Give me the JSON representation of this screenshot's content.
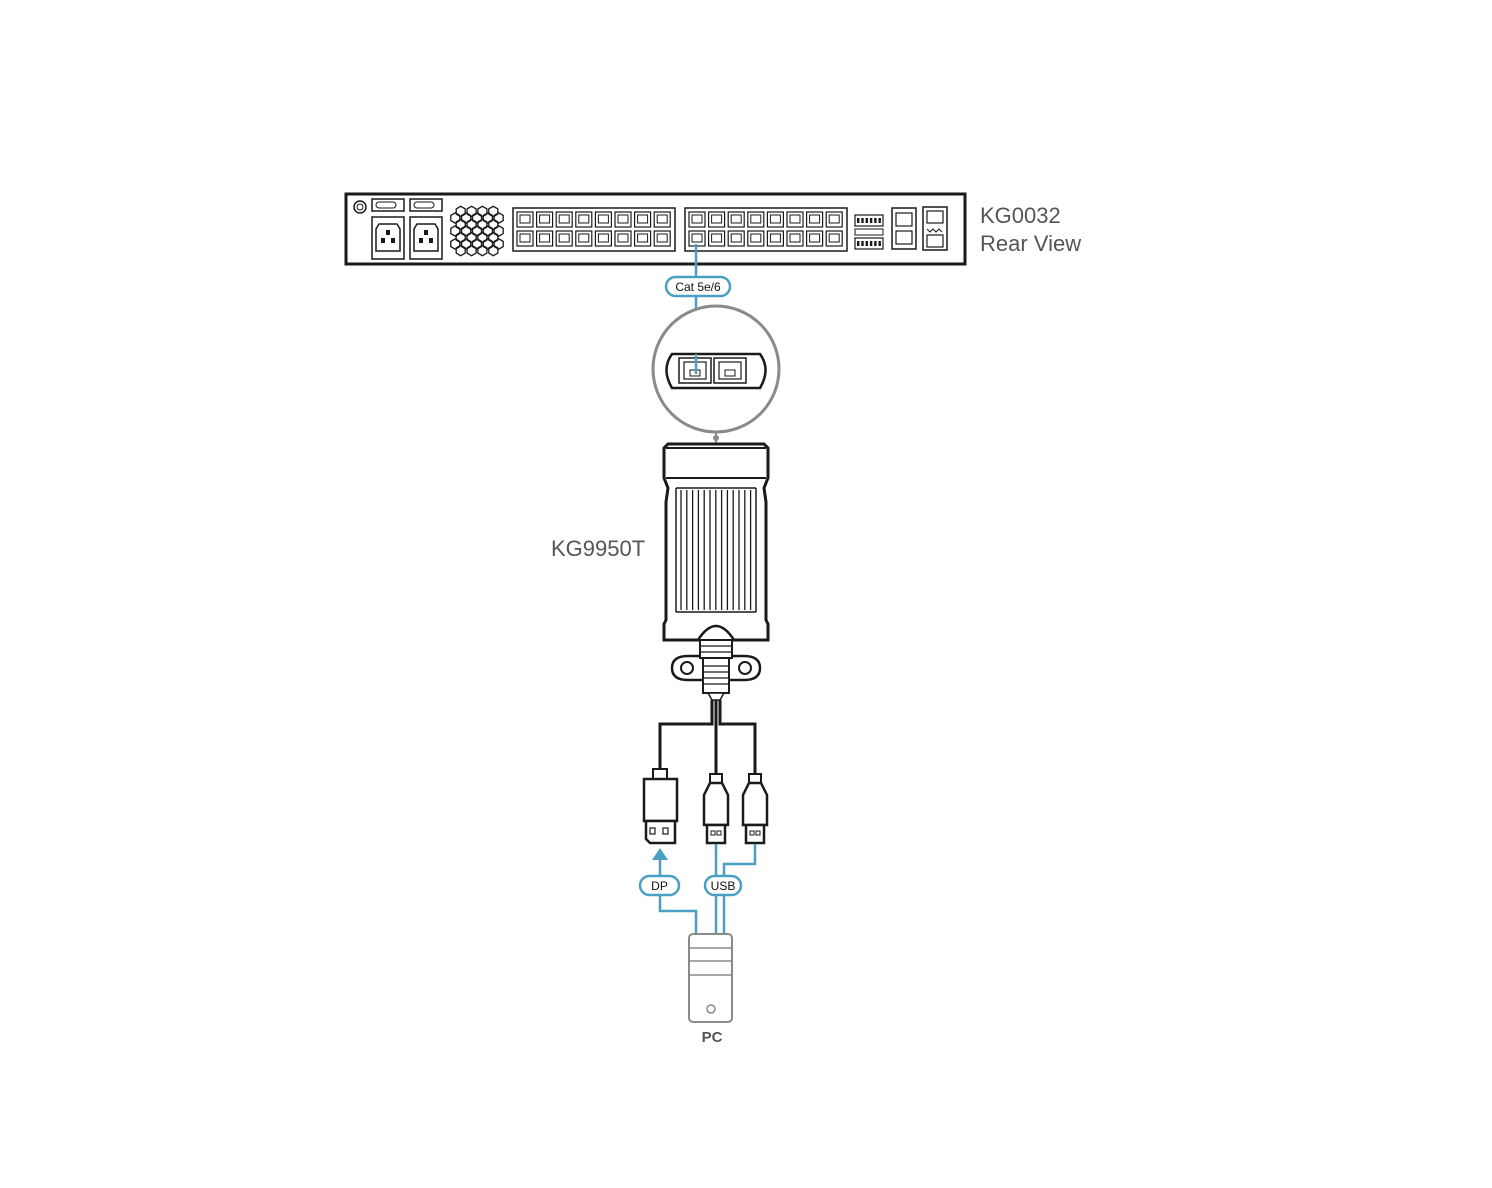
{
  "devices": {
    "switch": {
      "model": "KG0032",
      "view": "Rear View"
    },
    "adapter": {
      "model": "KG9950T"
    },
    "computer": {
      "label": "PC"
    }
  },
  "cables": {
    "network": "Cat 5e/6",
    "video": "DP",
    "usb": "USB"
  },
  "colors": {
    "cable": "#4a9fc4",
    "outline": "#1a1a1a",
    "light_outline": "#8a8a8a",
    "label_text": "#555555"
  }
}
